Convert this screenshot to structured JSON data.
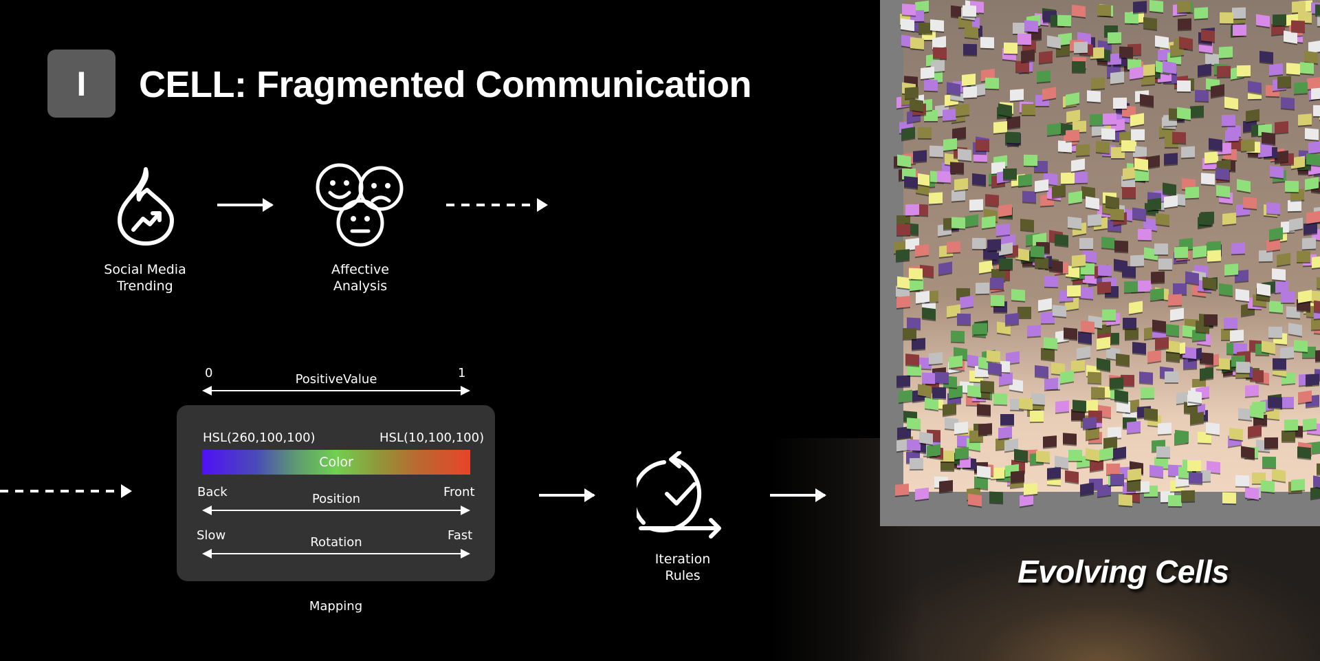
{
  "header": {
    "badge": "I",
    "title": "CELL: Fragmented Communication"
  },
  "pipeline": {
    "social_media": {
      "icon": "flame-trending-icon",
      "label_line1": "Social Media",
      "label_line2": "Trending"
    },
    "affective": {
      "icon": "faces-emotion-icon",
      "label_line1": "Affective",
      "label_line2": "Analysis"
    },
    "iteration": {
      "icon": "cycle-check-icon",
      "label_line1": "Iteration",
      "label_line2": "Rules"
    }
  },
  "mapping": {
    "value_min": "0",
    "value_max": "1",
    "value_label": "PositiveValue",
    "color_left": "HSL(260,100,100)",
    "color_right": "HSL(10,100,100)",
    "color_label": "Color",
    "position_left": "Back",
    "position_right": "Front",
    "position_label": "Position",
    "rotation_left": "Slow",
    "rotation_right": "Fast",
    "rotation_label": "Rotation",
    "caption": "Mapping",
    "gradient_colors": [
      "#5010f5",
      "#70d050",
      "#e8442a"
    ]
  },
  "result": {
    "caption": "Evolving Cells"
  }
}
